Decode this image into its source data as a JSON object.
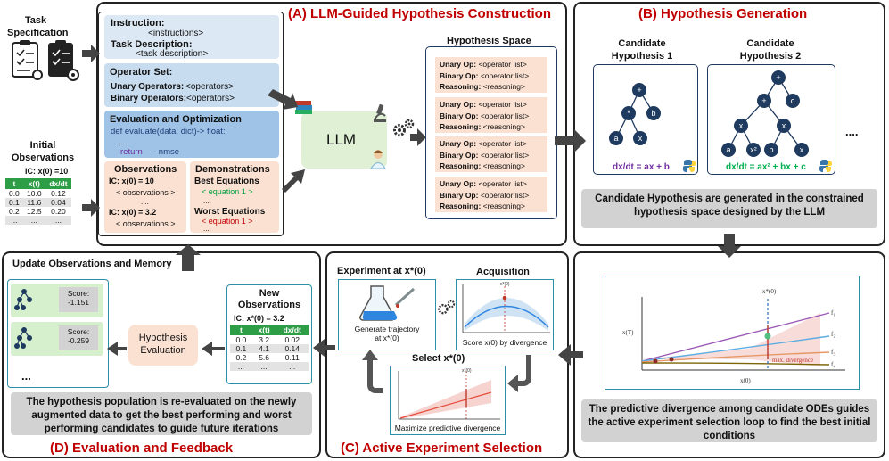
{
  "panels": {
    "a_title": "(A) LLM-Guided Hypothesis Construction",
    "b_title": "(B) Hypothesis Generation",
    "c_title": "(C) Active Experiment Selection",
    "d_title": "(D) Evaluation and Feedback"
  },
  "left": {
    "task_spec": "Task\nSpecification",
    "initial_obs": "Initial\nObservations",
    "ic": "IC: x(0) =10",
    "table": {
      "headers": [
        "t",
        "x(t)",
        "dx/dt"
      ],
      "rows": [
        [
          "0.0",
          "10.0",
          "0.12"
        ],
        [
          "0.1",
          "11.6",
          "0.04"
        ],
        [
          "0.2",
          "12.5",
          "0.20"
        ],
        [
          "...",
          "...",
          "..."
        ]
      ]
    }
  },
  "prompt": {
    "instruction_title": "Instruction:",
    "instruction_value": "<instructions>",
    "task_desc_title": "Task Description:",
    "task_desc_value": "<task description>",
    "operator_set_title": "Operator Set:",
    "unary_label": "Unary Operators:",
    "unary_value": "<operators>",
    "binary_label": "Binary Operators:",
    "binary_value": "<operators>",
    "eval_title": "Evaluation and Optimization",
    "eval_code1": "def evaluate(data: dict)-> float:",
    "eval_code2": "....",
    "eval_return": "return",
    "eval_return_val": "- nmse",
    "obs_title": "Observations",
    "obs_ic1": "IC: x(0) = 10",
    "obs_ph1": "< observations >",
    "obs_dots": "....",
    "obs_ic2": "IC: x(0) = 3.2",
    "obs_ph2": "< observations >",
    "demo_title": "Demonstrations",
    "best_title": "Best Equations",
    "best_eq": "< equation 1 >",
    "demo_dots": "....",
    "worst_title": "Worst Equations",
    "worst_eq": "< equation 1 >",
    "worst_dots": "...."
  },
  "llm": {
    "label": "LLM"
  },
  "hypothesis_space": {
    "title": "Hypothesis Space",
    "items": [
      {
        "unary_label": "Unary Op:",
        "unary": "<operator list>",
        "binary_label": "Binary Op:",
        "binary": "<operator list>",
        "reasoning_label": "Reasoning:",
        "reasoning": "<reasoning>"
      },
      {
        "unary_label": "Unary Op:",
        "unary": "<operator list>",
        "binary_label": "Binary Op:",
        "binary": "<operator list>",
        "reasoning_label": "Reasoning:",
        "reasoning": "<reasoning>"
      },
      {
        "unary_label": "Unary Op:",
        "unary": "<operator list>",
        "binary_label": "Binary Op:",
        "binary": "<operator list>",
        "reasoning_label": "Reasoning:",
        "reasoning": "<reasoning>"
      },
      {
        "unary_label": "Unary Op:",
        "unary": "<operator list>",
        "binary_label": "Binary Op:",
        "binary": "<operator list>",
        "reasoning_label": "Reasoning:",
        "reasoning": "<reasoning>"
      }
    ]
  },
  "generation": {
    "cand1_title": "Candidate\nHypothesis 1",
    "cand2_title": "Candidate\nHypothesis 2",
    "cand1_eq": "dx/dt = ax + b",
    "cand2_eq": "dx/dt = ax² + bx + c",
    "dots": "....",
    "tree1_nodes": [
      "+",
      "*",
      "b",
      "a",
      "x"
    ],
    "tree2_nodes": [
      "+",
      "+",
      "c",
      "x",
      "x",
      "a",
      "x²",
      "b",
      "x"
    ],
    "caption": "Candidate Hypothesis are generated in the constrained hypothesis space designed by the LLM",
    "accent_purple": "#7030a0",
    "accent_green": "#00b050"
  },
  "divergence_panel": {
    "x_star_label": "x*(0)",
    "y_label": "x(T)",
    "x_label": "x(0)",
    "series_labels": [
      "f₁",
      "f₂",
      "f₃",
      "f₄"
    ],
    "max_div": "max. divergence",
    "caption": "The predictive divergence among candidate ODEs guides the active experiment selection loop to find the best initial conditions"
  },
  "active": {
    "experiment_title": "Experiment at x*(0)",
    "generate_caption": "Generate trajectory\nat x*(0)",
    "acquisition_title": "Acquisition",
    "acquisition_caption": "Score x(0) by divergence",
    "acq_x_label": "x*(0)",
    "select_title": "Select x*(0)",
    "select_caption": "Maximize predictive divergence",
    "select_x_label": "x*(0)"
  },
  "feedback": {
    "update_title": "Update Observations and Memory",
    "score_label": "Score:",
    "scores": [
      "-1.151",
      "-0.259"
    ],
    "dots": "...",
    "hyp_eval": "Hypothesis\nEvaluation",
    "new_obs_title": "New\nObservations",
    "new_ic": "IC: x*(0) = 3.2",
    "table": {
      "headers": [
        "t",
        "x(t)",
        "dx/dt"
      ],
      "rows": [
        [
          "0.0",
          "3.2",
          "0.02"
        ],
        [
          "0.1",
          "4.1",
          "0.14"
        ],
        [
          "0.2",
          "5.6",
          "0.11"
        ],
        [
          "...",
          "...",
          "..."
        ]
      ]
    },
    "caption": "The hypothesis population is re-evaluated on the newly augmented data to get the best performing and worst performing candidates to guide future iterations"
  }
}
